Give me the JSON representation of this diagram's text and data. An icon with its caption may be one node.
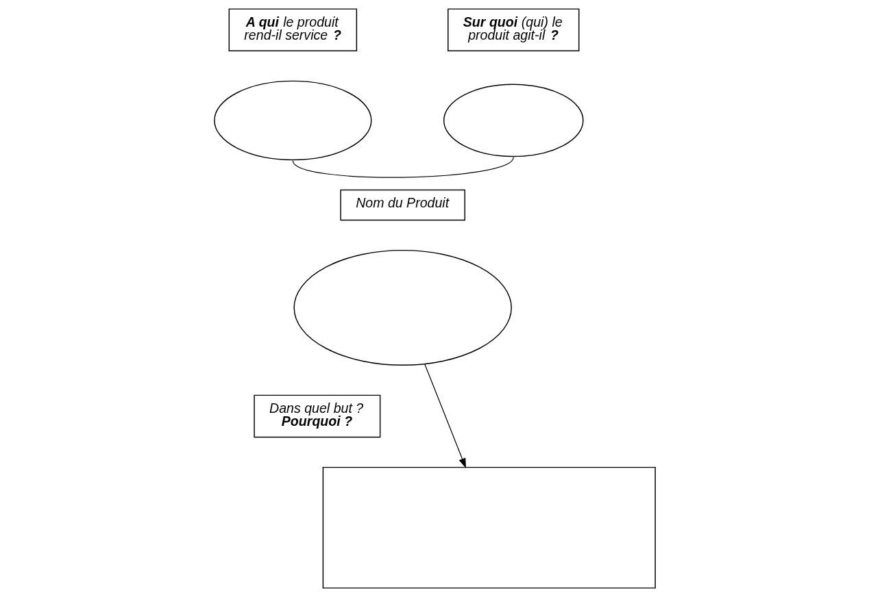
{
  "diagram": {
    "nodes": [
      {
        "text": [
          "**A qui** le produit rend-il service **?**"
        ]
      },
      {
        "text": [
          "**Sur quoi** (qui) le produit agit-il **?**"
        ]
      },
      {
        "text": [],
        "shape": "ellipse"
      },
      {
        "text": [],
        "shape": "ellipse"
      },
      {
        "text": [
          "Nom du Produit"
        ]
      },
      {
        "text": [],
        "shape": "ellipse"
      },
      {
        "text": [
          "Dans quel but ? **Pourquoi ?**"
        ]
      },
      {
        "text": [],
        "shape": "box"
      }
    ],
    "edges": [
      {
        "from": 2,
        "to": 3,
        "arrow": "none"
      },
      {
        "from": 5,
        "to": 7,
        "arrow": "to"
      }
    ]
  }
}
